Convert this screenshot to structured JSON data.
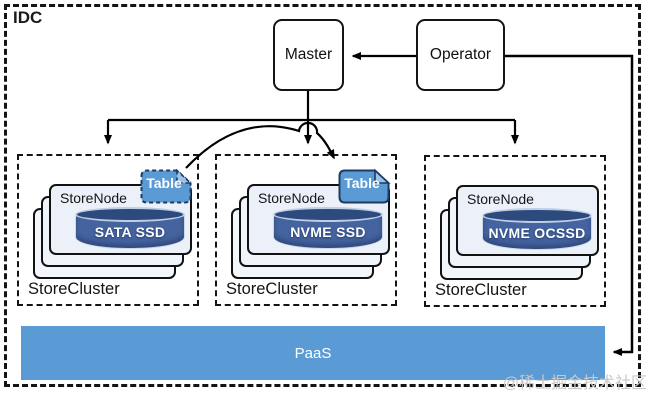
{
  "idc": {
    "label": "IDC"
  },
  "nodes": {
    "master": "Master",
    "operator": "Operator"
  },
  "clusters": [
    {
      "node_label": "StoreNode",
      "disk_label": "SATA SSD",
      "cluster_label": "StoreCluster",
      "tag_label": "Table"
    },
    {
      "node_label": "StoreNode",
      "disk_label": "NVME SSD",
      "cluster_label": "StoreCluster",
      "tag_label": "Table"
    },
    {
      "node_label": "StoreNode",
      "disk_label": "NVME OCSSD",
      "cluster_label": "StoreCluster"
    }
  ],
  "paas": {
    "label": "PaaS"
  },
  "watermark": {
    "label": "@稀土掘金技术社区"
  },
  "colors": {
    "accent_blue": "#5b9bd5",
    "cylinder_body": "#44639f",
    "cylinder_top": "#2c4a7d",
    "line_black": "#000000"
  }
}
